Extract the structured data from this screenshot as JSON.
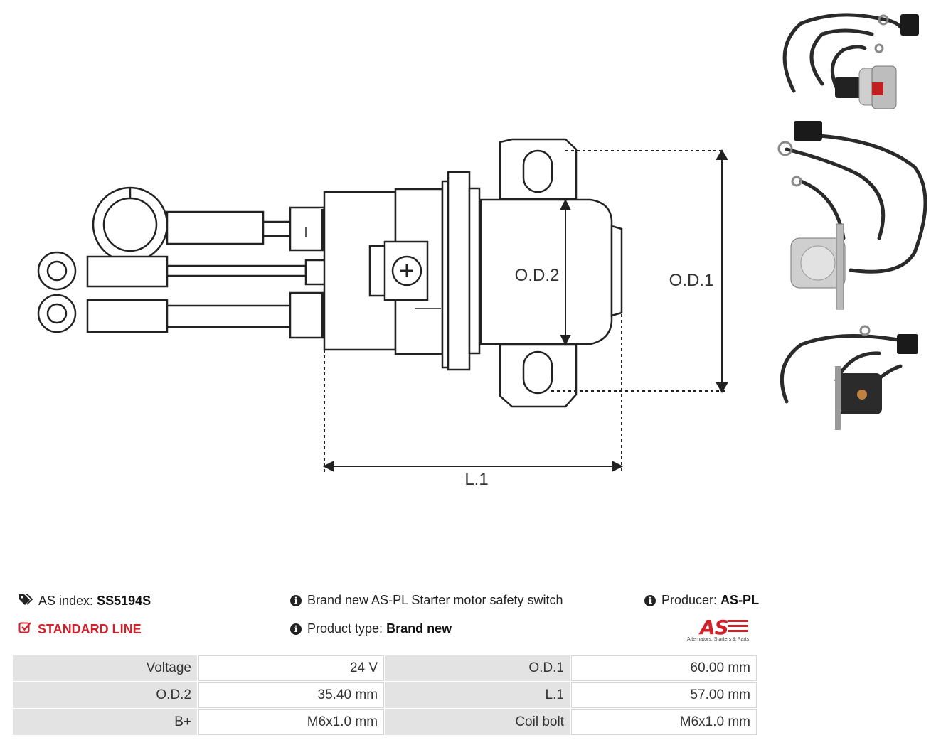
{
  "drawing": {
    "labels": {
      "od2": "O.D.2",
      "od1": "O.D.1",
      "l1": "L.1"
    }
  },
  "info": {
    "as_index_label": "AS index:",
    "as_index_value": "SS5194S",
    "line": "STANDARD LINE",
    "description": "Brand new AS-PL Starter motor safety switch",
    "product_type_label": "Product type:",
    "product_type_value": "Brand new",
    "producer_label": "Producer:",
    "producer_value": "AS-PL"
  },
  "logo": {
    "brand": "AS",
    "tagline": "Alternators, Starters & Parts"
  },
  "specs": {
    "rows": [
      {
        "k1": "Voltage",
        "v1": "24 V",
        "k2": "O.D.1",
        "v2": "60.00 mm"
      },
      {
        "k1": "O.D.2",
        "v1": "35.40 mm",
        "k2": "L.1",
        "v2": "57.00 mm"
      },
      {
        "k1": "B+",
        "v1": "M6x1.0 mm",
        "k2": "Coil bolt",
        "v2": "M6x1.0 mm"
      }
    ]
  },
  "colors": {
    "accent": "#d0202a",
    "key_cell": "#e3e3e3"
  }
}
